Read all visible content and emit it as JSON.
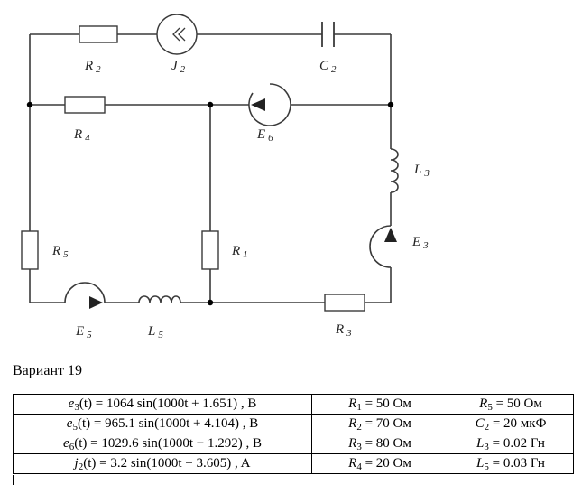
{
  "labels": {
    "R2": {
      "main": "R",
      "sub": "2"
    },
    "J2": {
      "main": "J",
      "sub": "2"
    },
    "C2": {
      "main": "C",
      "sub": "2"
    },
    "R4": {
      "main": "R",
      "sub": "4"
    },
    "E6": {
      "main": "E",
      "sub": "6"
    },
    "L3": {
      "main": "L",
      "sub": "3"
    },
    "R5": {
      "main": "R",
      "sub": "5"
    },
    "R1": {
      "main": "R",
      "sub": "1"
    },
    "E3": {
      "main": "E",
      "sub": "3"
    },
    "E5": {
      "main": "E",
      "sub": "5"
    },
    "L5": {
      "main": "L",
      "sub": "5"
    },
    "R3": {
      "main": "R",
      "sub": "3"
    }
  },
  "variant": "Вариант 19",
  "table": [
    [
      {
        "v": "e",
        "s": "3",
        "rest": "(t) = 1064 sin(1000t + 1.651) , B"
      },
      {
        "v": "R",
        "s": "1",
        "rest": " = 50 Ом"
      },
      {
        "v": "R",
        "s": "5",
        "rest": " = 50 Ом"
      }
    ],
    [
      {
        "v": "e",
        "s": "5",
        "rest": "(t) = 965.1 sin(1000t + 4.104) , B"
      },
      {
        "v": "R",
        "s": "2",
        "rest": " = 70 Ом"
      },
      {
        "v": "C",
        "s": "2",
        "rest": " = 20 мкФ"
      }
    ],
    [
      {
        "v": "e",
        "s": "6",
        "rest": "(t) = 1029.6 sin(1000t − 1.292) , B"
      },
      {
        "v": "R",
        "s": "3",
        "rest": " = 80 Ом"
      },
      {
        "v": "L",
        "s": "3",
        "rest": " = 0.02 Гн"
      }
    ],
    [
      {
        "v": "j",
        "s": "2",
        "rest": "(t) = 3.2 sin(1000t + 3.605) , A"
      },
      {
        "v": "R",
        "s": "4",
        "rest": " = 20 Ом"
      },
      {
        "v": "L",
        "s": "5",
        "rest": " = 0.03 Гн"
      }
    ]
  ]
}
